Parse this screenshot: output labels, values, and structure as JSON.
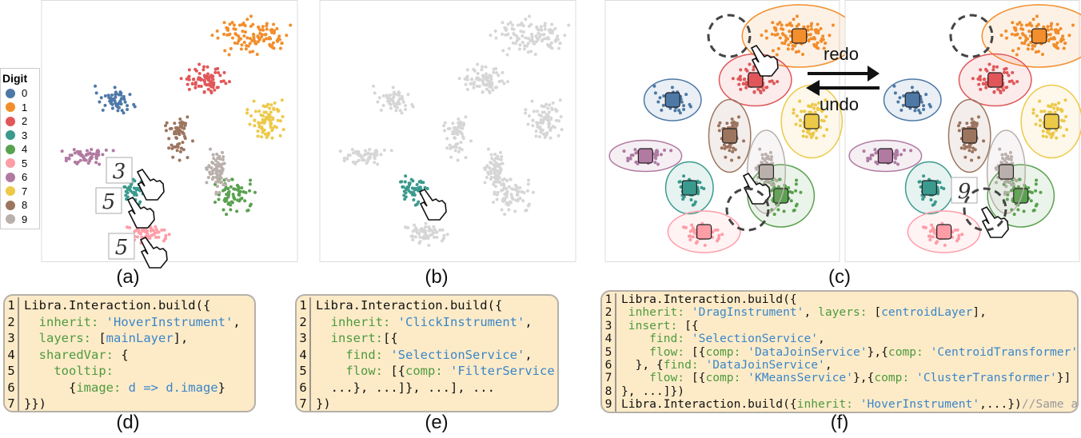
{
  "legend": {
    "title": "Digit",
    "items": [
      {
        "label": "0",
        "color": "#4e79a7"
      },
      {
        "label": "1",
        "color": "#f28e2c"
      },
      {
        "label": "2",
        "color": "#e15759"
      },
      {
        "label": "3",
        "color": "#3a9a8e"
      },
      {
        "label": "4",
        "color": "#59a14f"
      },
      {
        "label": "5",
        "color": "#ff9da7"
      },
      {
        "label": "6",
        "color": "#b07aa1"
      },
      {
        "label": "7",
        "color": "#edc949"
      },
      {
        "label": "8",
        "color": "#9c755f"
      },
      {
        "label": "9",
        "color": "#bab0ab"
      }
    ]
  },
  "panels": {
    "a": "(a)",
    "b": "(b)",
    "c": "(c)",
    "d": "(d)",
    "e": "(e)",
    "f": "(f)"
  },
  "arrows": {
    "redo": "redo",
    "undo": "undo"
  },
  "tooltips": [
    "3",
    "5",
    "5",
    "9"
  ],
  "code_d": [
    [
      [
        "p",
        "Libra.Interaction.build({"
      ]
    ],
    [
      [
        "p",
        "  "
      ],
      [
        "k",
        "inherit: "
      ],
      [
        "s",
        "'HoverInstrument'"
      ],
      [
        "p",
        ","
      ]
    ],
    [
      [
        "p",
        "  "
      ],
      [
        "k",
        "layers: "
      ],
      [
        "p",
        "["
      ],
      [
        "s",
        "mainLayer"
      ],
      [
        "p",
        "],"
      ]
    ],
    [
      [
        "p",
        "  "
      ],
      [
        "k",
        "sharedVar: "
      ],
      [
        "p",
        "{"
      ]
    ],
    [
      [
        "p",
        "    "
      ],
      [
        "k",
        "tooltip:"
      ]
    ],
    [
      [
        "p",
        "      {"
      ],
      [
        "k",
        "image: "
      ],
      [
        "s",
        "d => d.image"
      ],
      [
        "p",
        "}"
      ]
    ],
    [
      [
        "p",
        "}})"
      ]
    ]
  ],
  "code_e": [
    [
      [
        "p",
        "Libra.Interaction.build({"
      ]
    ],
    [
      [
        "p",
        "  "
      ],
      [
        "k",
        "inherit: "
      ],
      [
        "s",
        "'ClickInstrument'"
      ],
      [
        "p",
        ","
      ]
    ],
    [
      [
        "p",
        "  "
      ],
      [
        "k",
        "insert:"
      ],
      [
        "p",
        "[{"
      ]
    ],
    [
      [
        "p",
        "    "
      ],
      [
        "k",
        "find: "
      ],
      [
        "s",
        "'SelectionService'"
      ],
      [
        "p",
        ","
      ]
    ],
    [
      [
        "p",
        "    "
      ],
      [
        "k",
        "flow: "
      ],
      [
        "p",
        "[{"
      ],
      [
        "k",
        "comp: "
      ],
      [
        "s",
        "'FilterService'"
      ],
      [
        "p",
        ","
      ]
    ],
    [
      [
        "p",
        "  ...}, ...]}, ...], ..."
      ]
    ],
    [
      [
        "p",
        "})"
      ]
    ]
  ],
  "code_f": [
    [
      [
        "p",
        "Libra.Interaction.build({"
      ]
    ],
    [
      [
        "p",
        " "
      ],
      [
        "k",
        "inherit: "
      ],
      [
        "s",
        "'DragInstrument'"
      ],
      [
        "p",
        ", "
      ],
      [
        "k",
        "layers: "
      ],
      [
        "p",
        "["
      ],
      [
        "s",
        "centroidLayer"
      ],
      [
        "p",
        "],"
      ]
    ],
    [
      [
        "p",
        " "
      ],
      [
        "k",
        "insert: "
      ],
      [
        "p",
        "[{"
      ]
    ],
    [
      [
        "p",
        "    "
      ],
      [
        "k",
        "find: "
      ],
      [
        "s",
        "'SelectionService'"
      ],
      [
        "p",
        ","
      ]
    ],
    [
      [
        "p",
        "    "
      ],
      [
        "k",
        "flow: "
      ],
      [
        "p",
        "[{"
      ],
      [
        "k",
        "comp: "
      ],
      [
        "s",
        "'DataJoinService'"
      ],
      [
        "p",
        "},{"
      ],
      [
        "k",
        "comp: "
      ],
      [
        "s",
        "'CentroidTransformer'"
      ],
      [
        "p",
        "}]"
      ]
    ],
    [
      [
        "p",
        "  }, {"
      ],
      [
        "k",
        "find: "
      ],
      [
        "s",
        "'DataJoinService'"
      ],
      [
        "p",
        ","
      ]
    ],
    [
      [
        "p",
        "    "
      ],
      [
        "k",
        "flow: "
      ],
      [
        "p",
        "[{"
      ],
      [
        "k",
        "comp: "
      ],
      [
        "s",
        "'KMeansService'"
      ],
      [
        "p",
        "},{"
      ],
      [
        "k",
        "comp: "
      ],
      [
        "s",
        "'ClusterTransformer'"
      ],
      [
        "p",
        "}]"
      ]
    ],
    [
      [
        "p",
        "}, ...]})"
      ]
    ],
    [
      [
        "p",
        "Libra.Interaction.build({"
      ],
      [
        "k",
        "inherit: "
      ],
      [
        "s",
        "'HoverInstrument'"
      ],
      [
        "p",
        ",...})"
      ],
      [
        "c",
        "//Same as (d)"
      ]
    ]
  ]
}
